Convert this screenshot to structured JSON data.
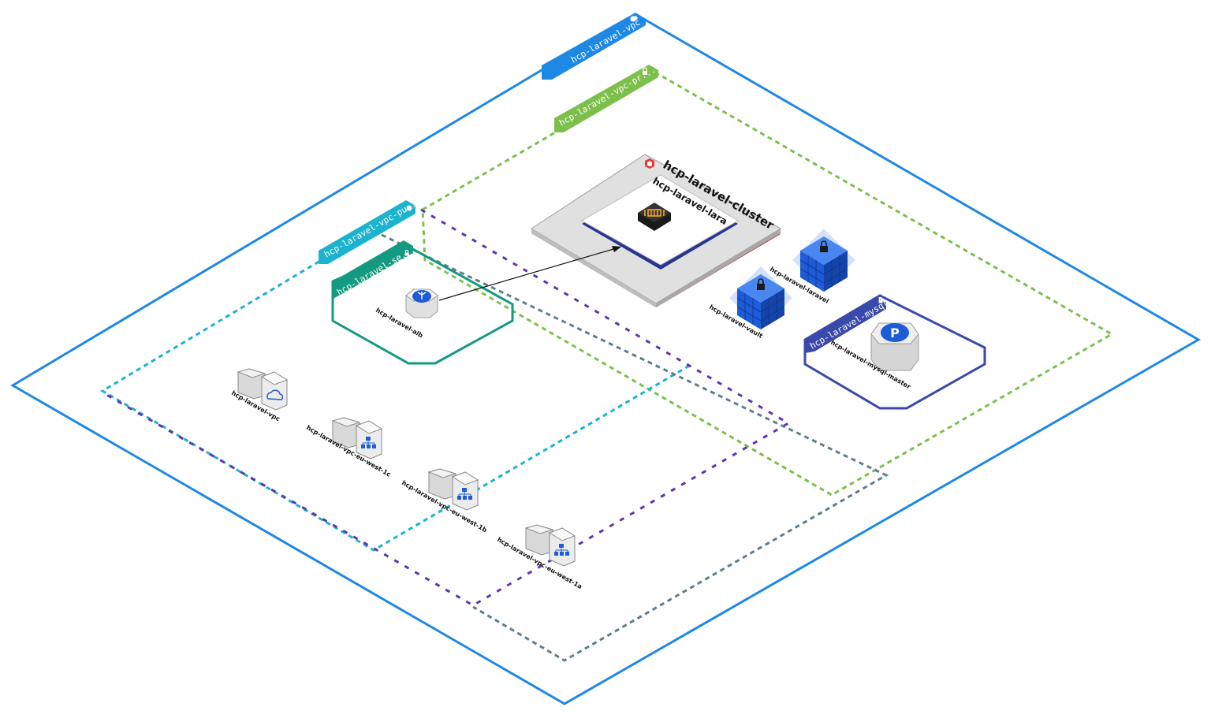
{
  "colors": {
    "vpc": "#1e88e5",
    "private_zone": "#7cc04b",
    "public_zone": "#1bb3cf",
    "security_group": "#139a80",
    "mysql_group": "#3949ab",
    "subnet_purple": "#5e35b1",
    "subnet_slate": "#607d8b",
    "cluster_red": "#d32f2f",
    "service_navy": "#283593",
    "secret_blue": "#1e5bd8"
  },
  "groups": {
    "vpc": {
      "label": "hcp-laravel-vpc",
      "icon": "cloud-icon"
    },
    "private": {
      "label": "hcp-laravel-vpc-pr...",
      "icon": "lock-icon"
    },
    "public": {
      "label": "hcp-laravel-vpc-pu...",
      "icon": "globe-icon"
    },
    "security": {
      "label": "hcp-laravel-se...",
      "icon": "lock-icon"
    },
    "mysql_group": {
      "label": "hcp-laravel-mysql",
      "icon": "lock-icon"
    }
  },
  "cluster": {
    "title": "hcp-laravel-cluster",
    "service": "hcp-laravel-lara",
    "icon": "ecs-cluster-icon"
  },
  "nodes": {
    "alb": {
      "label": "hcp-laravel-alb",
      "icon": "load-balancer-icon"
    },
    "mysql": {
      "label": "hcp-laravel-mysql-master",
      "icon": "rds-postgres-icon"
    },
    "secret_laravel": {
      "label": "hcp-laravel-laravel",
      "icon": "secret-cube-icon"
    },
    "secret_vault": {
      "label": "hcp-laravel-vault",
      "icon": "secret-cube-icon"
    },
    "vpc_node": {
      "label": "hcp-laravel-vpc",
      "icon": "vpc-cloud-icon"
    },
    "subnet_1c": {
      "label": "hcp-laravel-vpc-eu-west-1c",
      "icon": "subnet-icon"
    },
    "subnet_1b": {
      "label": "hcp-laravel-vpc-eu-west-1b",
      "icon": "subnet-icon"
    },
    "subnet_1a": {
      "label": "hcp-laravel-vpc-eu-west-1a",
      "icon": "subnet-icon"
    }
  }
}
